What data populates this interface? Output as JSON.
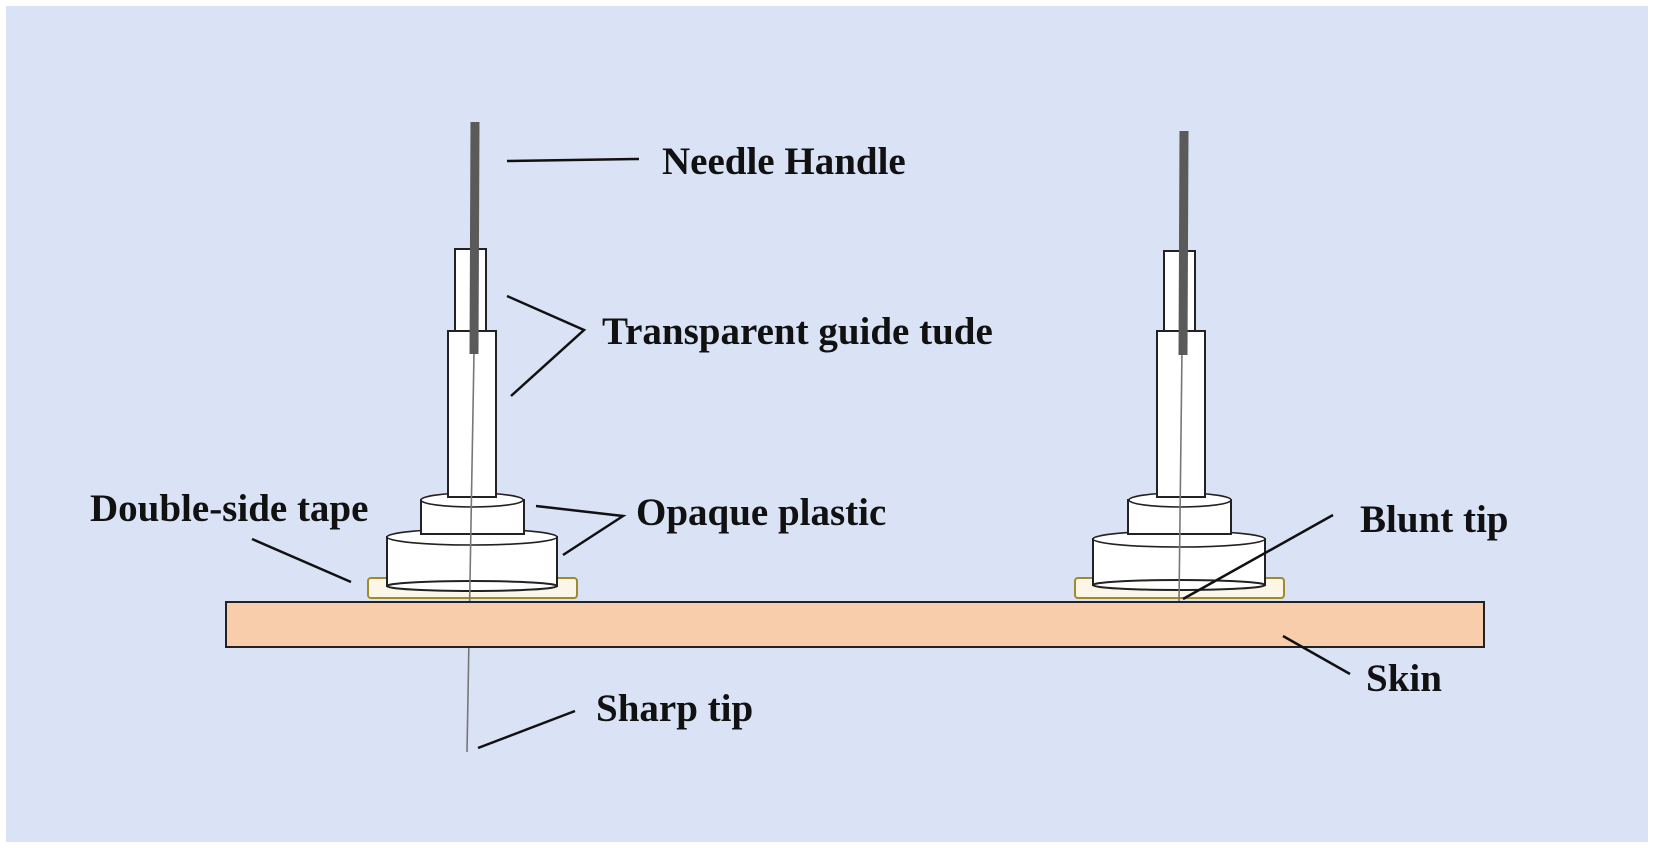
{
  "labels": {
    "needle_handle": "Needle Handle",
    "transparent_guide_tube": "Transparent guide tude",
    "double_side_tape": "Double-side tape",
    "opaque_plastic": "Opaque plastic",
    "blunt_tip": "Blunt tip",
    "skin": "Skin",
    "sharp_tip": "Sharp tip"
  },
  "colors": {
    "background": "#dae2f5",
    "skin": "#f8cdac",
    "handle": "#5a5a5a",
    "tape_border": "#a08a2e"
  }
}
